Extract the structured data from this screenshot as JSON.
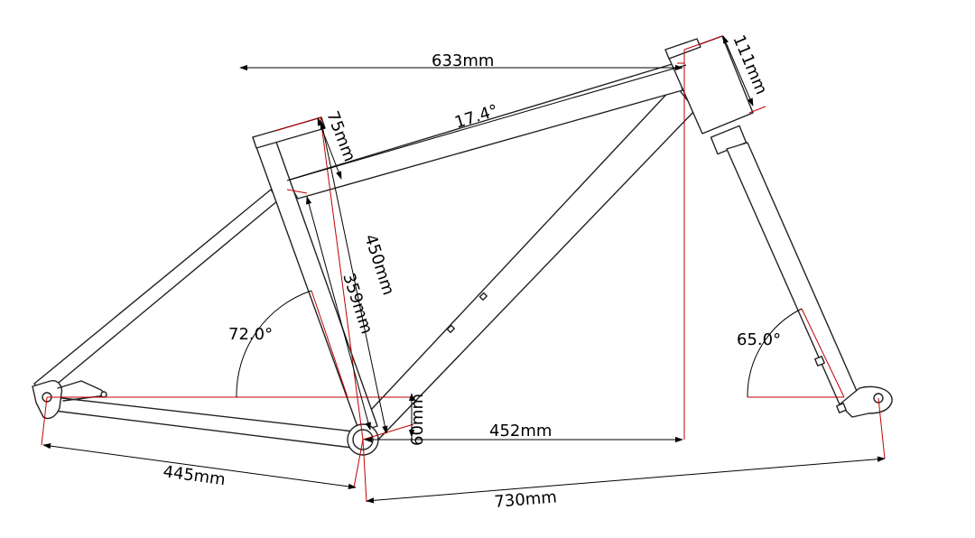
{
  "diagram": {
    "labels": {
      "top_tube_length": "633mm",
      "head_tube_length": "111mm",
      "top_tube_angle": "17.4°",
      "seat_post_extension": "75mm",
      "seat_tube_ct": "450mm",
      "seat_tube_cc": "359mm",
      "seat_angle": "72.0°",
      "head_angle": "65.0°",
      "bb_drop": "60mm",
      "reach": "452mm",
      "chainstay": "445mm",
      "wheelbase": "730mm"
    },
    "colors": {
      "frame_stroke": "#222222",
      "dimension_line": "#000000",
      "extension_line": "#c00000",
      "background": "#ffffff"
    }
  }
}
